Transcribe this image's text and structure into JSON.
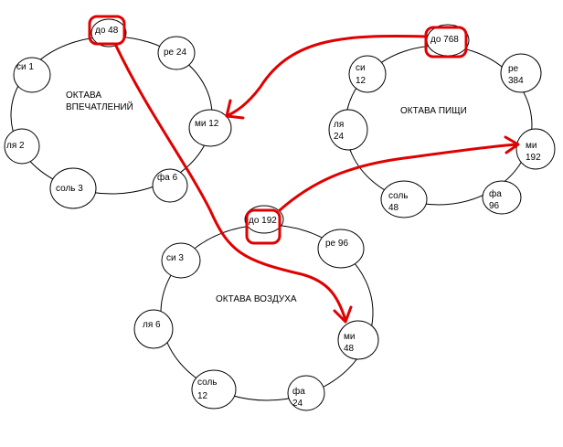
{
  "colors": {
    "arrow": "#e00000",
    "line": "#000000",
    "background": "#ffffff"
  },
  "octaves": {
    "impressions": {
      "title_line1": "ОКТАВА",
      "title_line2": "ВПЕЧАТЛЕНИЙ",
      "nodes": {
        "do": "до 48",
        "re": "ре 24",
        "mi": "ми 12",
        "fa": "фа 6",
        "sol": "соль 3",
        "la": "ля 2",
        "si": "си 1"
      }
    },
    "food": {
      "title": "ОКТАВА ПИЩИ",
      "nodes": {
        "do": "до 768",
        "re_line1": "ре",
        "re_line2": "384",
        "mi_line1": "ми",
        "mi_line2": "192",
        "fa_line1": "фа",
        "fa_line2": "96",
        "sol_line1": "соль",
        "sol_line2": "48",
        "la_line1": "ля",
        "la_line2": "24",
        "si_line1": "си",
        "si_line2": "12"
      }
    },
    "air": {
      "title": "ОКТАВА ВОЗДУХА",
      "nodes": {
        "do": "до 192",
        "re": "ре 96",
        "mi_line1": "ми",
        "mi_line2": "48",
        "fa_line1": "фа",
        "fa_line2": "24",
        "sol_line1": "соль",
        "sol_line2": "12",
        "la": "ля 6",
        "si": "си 3"
      }
    }
  }
}
